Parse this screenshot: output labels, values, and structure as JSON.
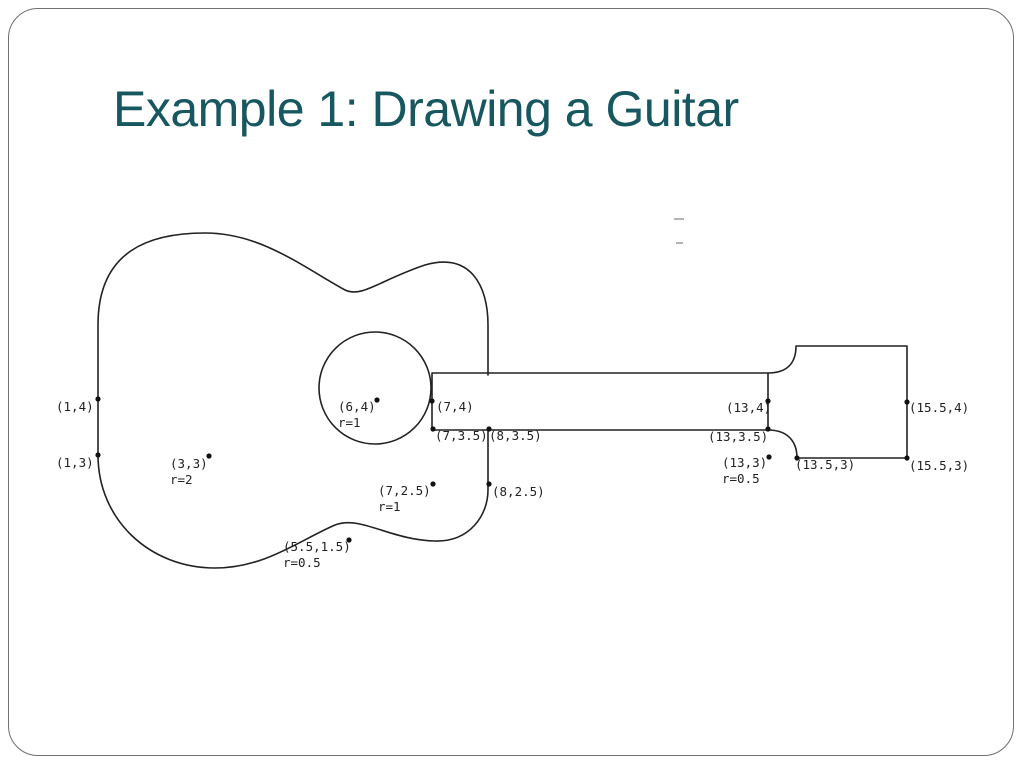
{
  "slide": {
    "title": "Example 1: Drawing a Guitar"
  },
  "diagram": {
    "points": [
      {
        "id": "p1",
        "label": "(1,4)"
      },
      {
        "id": "p2",
        "label": "(1,3)"
      },
      {
        "id": "p3",
        "label": "(3,3)",
        "radius": "r=2"
      },
      {
        "id": "p4",
        "label": "(6,4)",
        "radius": "r=1"
      },
      {
        "id": "p5",
        "label": "(7,4)"
      },
      {
        "id": "p6",
        "label": "(7,3.5)"
      },
      {
        "id": "p7",
        "label": "(8,3.5)"
      },
      {
        "id": "p8",
        "label": "(7,2.5)",
        "radius": "r=1"
      },
      {
        "id": "p9",
        "label": "(8,2.5)"
      },
      {
        "id": "p10",
        "label": "(5.5,1.5)",
        "radius": "r=0.5"
      },
      {
        "id": "p11",
        "label": "(13,4)"
      },
      {
        "id": "p12",
        "label": "(13,3.5)"
      },
      {
        "id": "p13",
        "label": "(13,3)",
        "radius": "r=0.5"
      },
      {
        "id": "p14",
        "label": "(13.5,3)"
      },
      {
        "id": "p15",
        "label": "(15.5,4)"
      },
      {
        "id": "p16",
        "label": "(15.5,3)"
      }
    ]
  }
}
